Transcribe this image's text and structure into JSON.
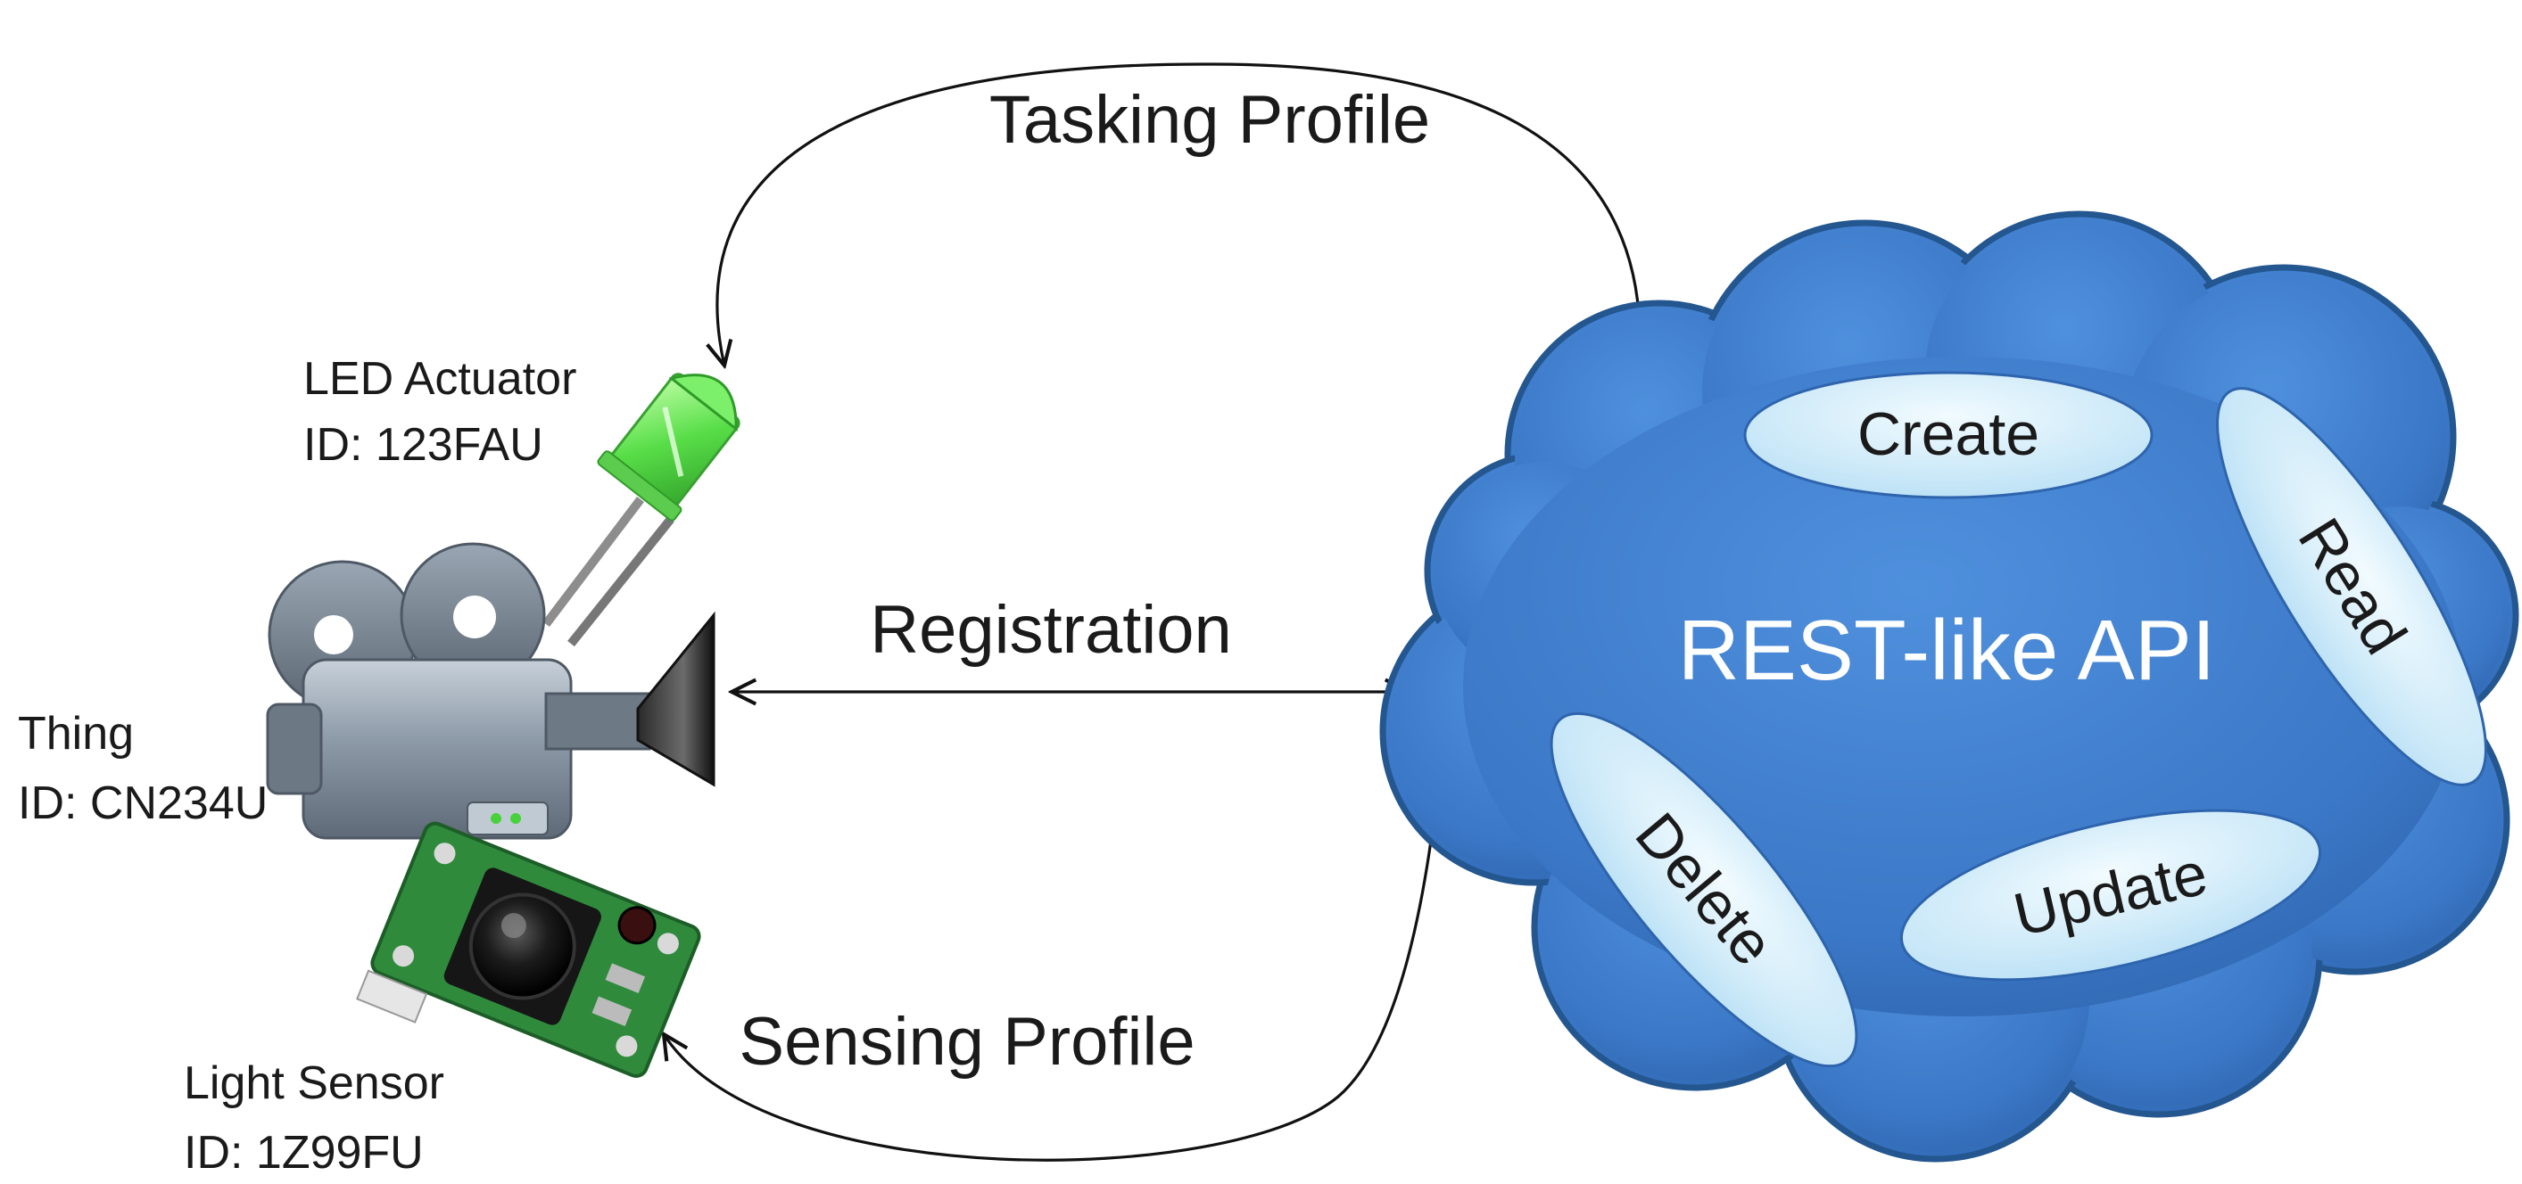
{
  "flows": {
    "tasking": "Tasking Profile",
    "registration": "Registration",
    "sensing": "Sensing Profile"
  },
  "devices": {
    "actuator": {
      "name": "LED Actuator",
      "id": "ID: 123FAU"
    },
    "thing": {
      "name": "Thing",
      "id": "ID: CN234U"
    },
    "sensor": {
      "name": "Light Sensor",
      "id": "ID: 1Z99FU"
    }
  },
  "api": {
    "title": "REST-like API",
    "operations": {
      "create": "Create",
      "read": "Read",
      "update": "Update",
      "delete": "Delete"
    }
  },
  "colors": {
    "cloud": "#3f7fcf",
    "cloud_edge": "#24568f",
    "operation": "#cfeaf8",
    "arrow": "#111111",
    "led": "#59e04f",
    "camera": "#8a99a8",
    "board": "#2f8a3c"
  },
  "icons": {
    "thing": "video-camera-icon",
    "actuator": "green-led-icon",
    "sensor": "camera-sensor-board-icon"
  }
}
